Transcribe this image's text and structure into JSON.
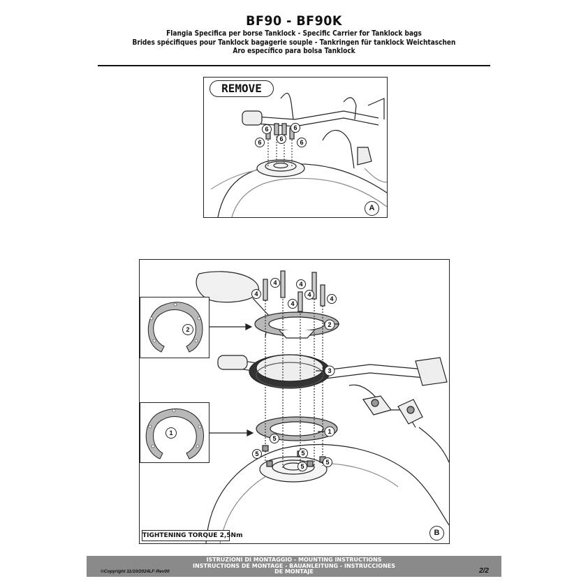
{
  "header": {
    "title": "BF90 - BF90K",
    "lines": [
      "Flangia Specifica per borse Tanklock - Specific Carrier for Tanklock bags",
      "Brides spécifiques pour Tanklock bagagerie souple - Tankringen für tanklock Weichtaschen",
      "Aro específico para bolsa Tanklock"
    ]
  },
  "panel_a": {
    "remove_label": "REMOVE",
    "letter": "A",
    "callouts": [
      "6",
      "6",
      "6",
      "6",
      "6"
    ]
  },
  "panel_b": {
    "letter": "B",
    "torque_label": "TIGHTENING TORQUE 2,5Nm",
    "screw_callouts": [
      "4",
      "4",
      "4",
      "4",
      "4",
      "4"
    ],
    "part_callouts": [
      "2",
      "3",
      "1",
      "2",
      "1"
    ],
    "spacer_callouts": [
      "5",
      "5",
      "5",
      "5",
      "5"
    ]
  },
  "footer": {
    "lines": [
      "ISTRUZIONI DI MONTAGGIO  -  MOUNTING INSTRUCTIONS",
      "INSTRUCTIONS DE MONTAGE - BAUANLEITUNG - INSTRUCCIONES",
      "DE MONTAJE"
    ],
    "copyright": "©Copyright 11/10/2024LF-Rev00",
    "page": "2/2"
  },
  "colors": {
    "footer_bg": "#8a8a8a",
    "ring_fill": "#b8b8b8",
    "line": "#222222"
  }
}
